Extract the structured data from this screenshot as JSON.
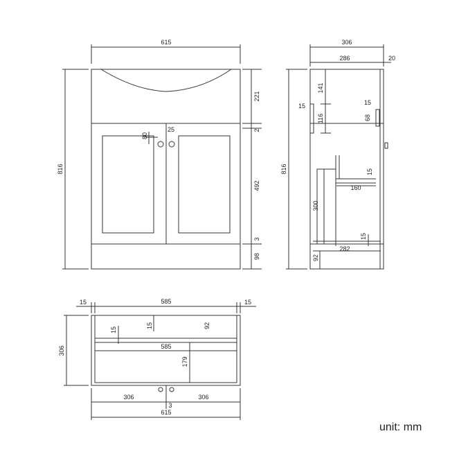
{
  "unit_label": "unit: mm",
  "front": {
    "width": "615",
    "height": "816",
    "basin": "221",
    "gap": "2",
    "doors": "492",
    "bottom_gap": "3",
    "plinth": "98",
    "knob_drop": "80",
    "knob_gap": "25"
  },
  "side": {
    "depth": "306",
    "inner_depth": "286",
    "back": "20",
    "height": "816",
    "upper": "141",
    "handle_len": "116",
    "handle_depth_left": "15",
    "handle_depth_right": "15",
    "hinge_len": "68",
    "shelf_depth": "160",
    "shelf_thick": "15",
    "shelf_height": "300",
    "floor_depth": "282",
    "floor_thick": "15",
    "plinth": "92"
  },
  "top": {
    "left_edge": "15",
    "inner_width": "585",
    "right_edge": "15",
    "depth": "306",
    "tick_a": "15",
    "tick_b": "15",
    "tick_c": "92",
    "shelf_width": "585",
    "shelf_depth": "179",
    "left_half": "306",
    "right_half": "306",
    "gap": "3",
    "total_width": "615"
  }
}
